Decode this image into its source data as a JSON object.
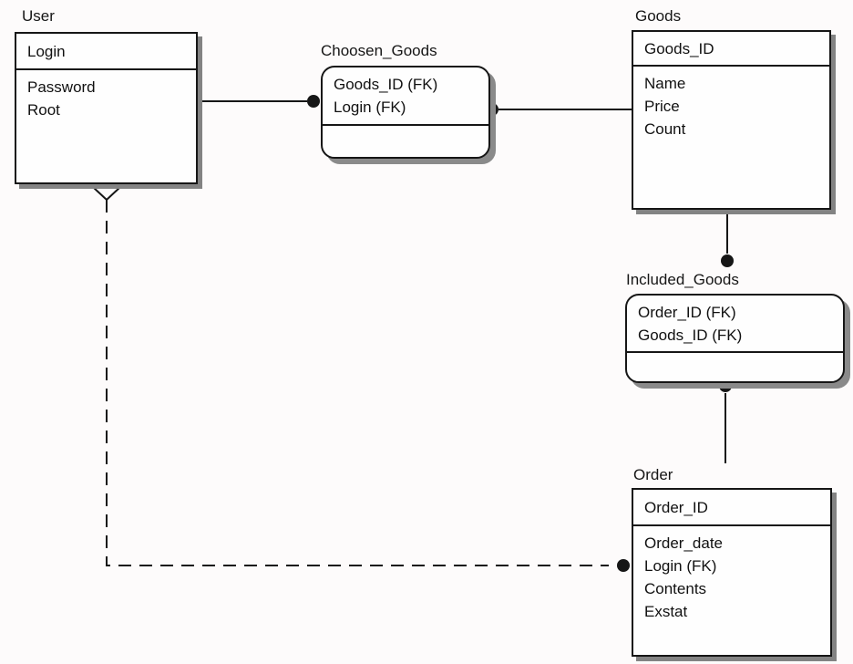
{
  "diagram": {
    "kind": "entity-relationship-diagram",
    "notation": "IDEF1X",
    "colors": {
      "background": "#fdfbfb",
      "line": "#161616",
      "entity_fill": "#fefefe",
      "shadow": "#838383"
    },
    "entities": [
      {
        "id": "user",
        "title": "User",
        "shape": "square",
        "header": [
          "Login"
        ],
        "body": [
          "Password",
          "Root"
        ]
      },
      {
        "id": "choosen_goods",
        "title": "Choosen_Goods",
        "shape": "rounded",
        "header": [
          "Goods_ID (FK)",
          "Login (FK)"
        ],
        "body": []
      },
      {
        "id": "goods",
        "title": "Goods",
        "shape": "square",
        "header": [
          "Goods_ID"
        ],
        "body": [
          "Name",
          "Price",
          "Count"
        ]
      },
      {
        "id": "included_goods",
        "title": "Included_Goods",
        "shape": "rounded",
        "header": [
          "Order_ID (FK)",
          "Goods_ID (FK)"
        ],
        "body": []
      },
      {
        "id": "order",
        "title": "Order",
        "shape": "square",
        "header": [
          "Order_ID"
        ],
        "body": [
          "Order_date",
          "Login (FK)",
          "Contents",
          "Exstat"
        ]
      }
    ],
    "relationships": [
      {
        "parent": "User",
        "child": "Choosen_Goods",
        "line": "solid",
        "child_end": "filled-circle"
      },
      {
        "parent": "Goods",
        "child": "Choosen_Goods",
        "line": "solid",
        "child_end": "filled-circle"
      },
      {
        "parent": "Goods",
        "child": "Included_Goods",
        "line": "solid",
        "child_end": "filled-circle"
      },
      {
        "parent": "Order",
        "child": "Included_Goods",
        "line": "solid",
        "child_end": "filled-circle"
      },
      {
        "parent": "User",
        "child": "Order",
        "line": "dashed",
        "child_end": "filled-circle",
        "parent_end": "crow-fork"
      }
    ]
  }
}
